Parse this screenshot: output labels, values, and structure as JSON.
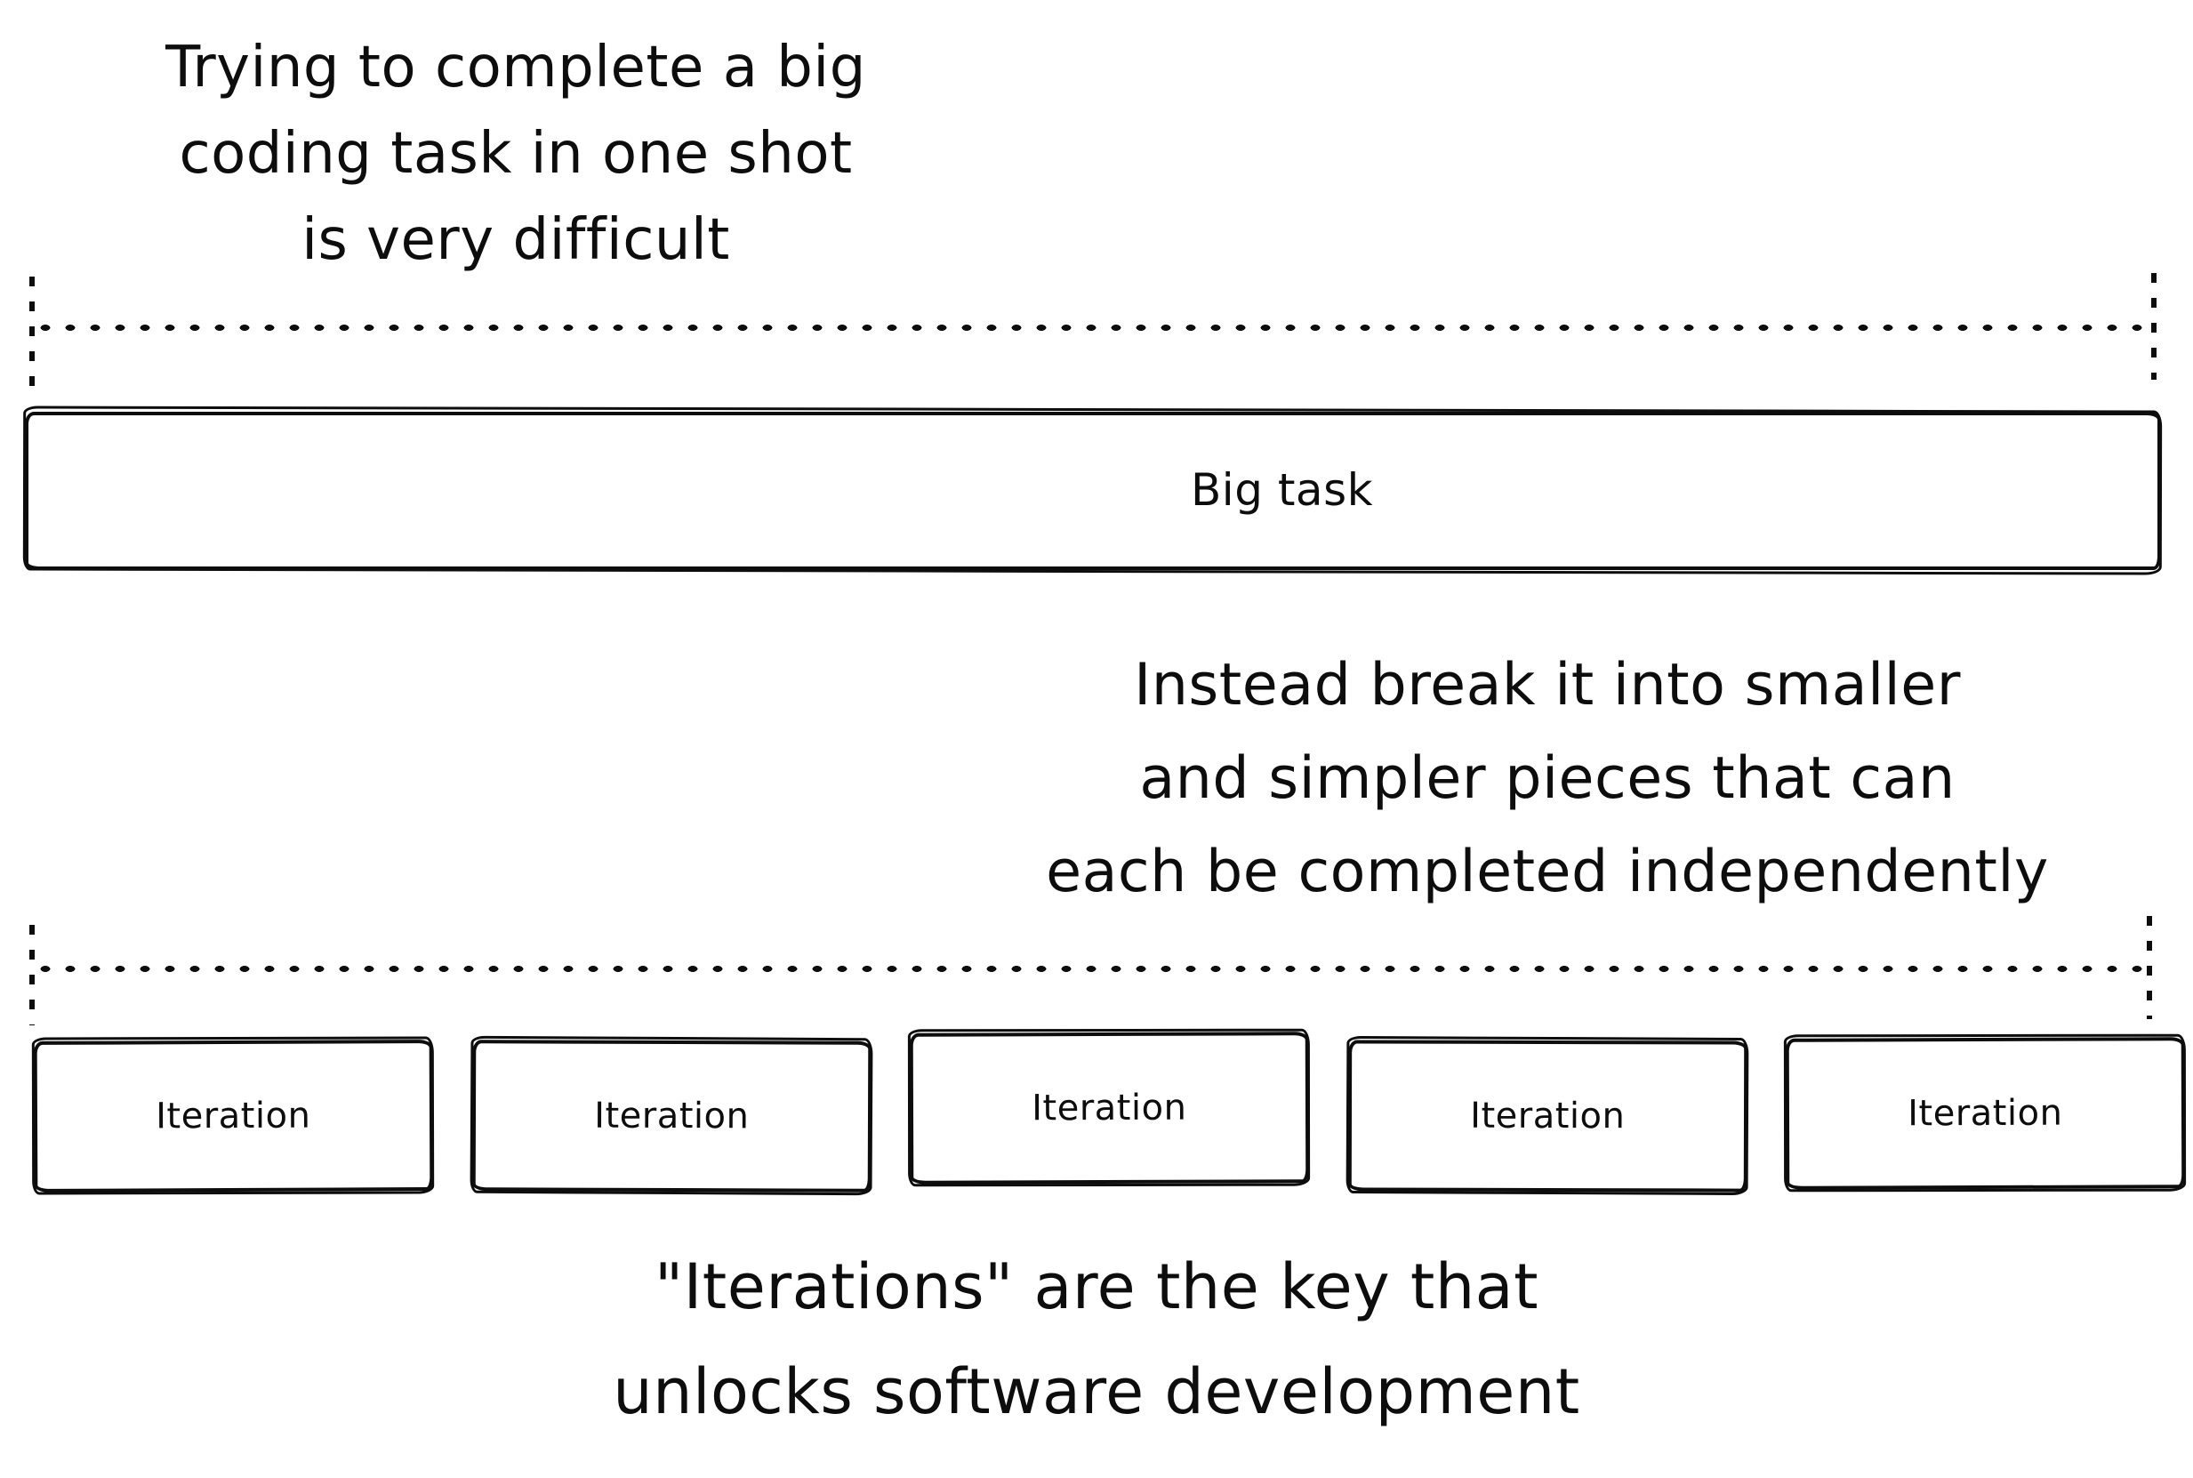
{
  "canvas": {
    "background": "#ffffff",
    "ink": "#0d0d0d"
  },
  "notes": {
    "top": {
      "lines": [
        "Trying to complete a big",
        "coding task in one shot",
        "is very difficult"
      ]
    },
    "middle": {
      "lines": [
        "Instead break it into smaller",
        "and simpler pieces that can",
        "each be completed independently"
      ]
    },
    "bottom": {
      "lines": [
        "\"Iterations\" are the key that",
        "unlocks software development"
      ]
    }
  },
  "big_task": {
    "label": "Big task"
  },
  "iterations": [
    {
      "label": "Iteration"
    },
    {
      "label": "Iteration"
    },
    {
      "label": "Iteration"
    },
    {
      "label": "Iteration"
    },
    {
      "label": "Iteration"
    }
  ]
}
